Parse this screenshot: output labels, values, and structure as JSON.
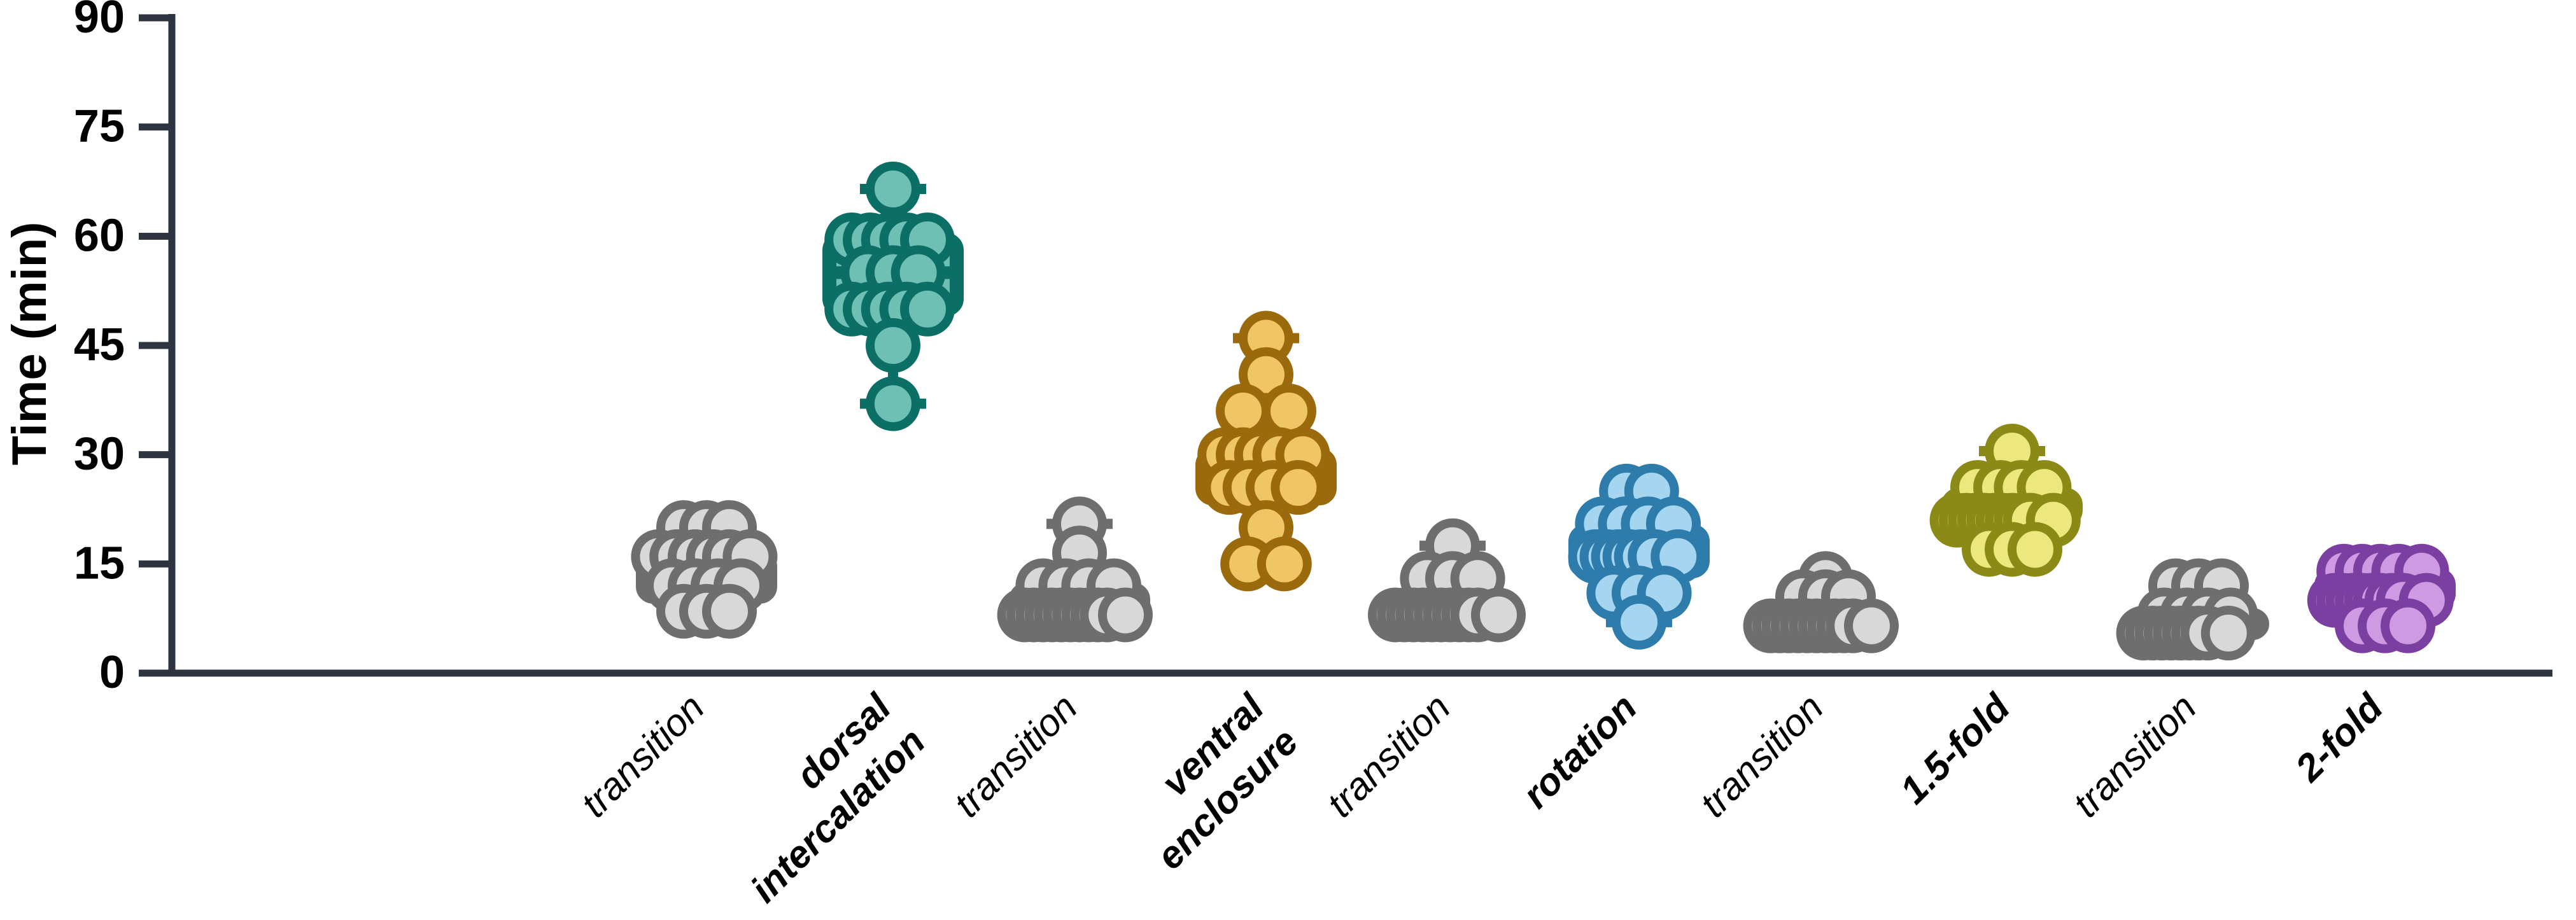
{
  "chart_data": {
    "type": "box",
    "title": "",
    "xlabel": "",
    "ylabel": "Time (min)",
    "ylim": [
      0,
      90
    ],
    "yticks": [
      0,
      15,
      30,
      45,
      60,
      75,
      90
    ],
    "ytick_labels": [
      "0",
      "15",
      "30",
      "45",
      "60",
      "75",
      "90"
    ],
    "grid": false,
    "legend": "none",
    "categories": [
      "transition",
      "dorsal intercalation",
      "transition",
      "ventral enclosure",
      "transition",
      "rotation",
      "transition",
      "1.5-fold",
      "transition",
      "2-fold"
    ],
    "category_styles": [
      "italic",
      "bold-italic",
      "italic",
      "bold-italic",
      "italic",
      "bold-italic",
      "italic",
      "bold-italic",
      "italic",
      "bold-italic"
    ],
    "colors": {
      "gray_fill": "#D8D8D8",
      "gray_stroke": "#6E6E6E",
      "teal_fill": "#6FC0B4",
      "teal_stroke": "#0C6F66",
      "orange_fill": "#F0C566",
      "orange_stroke": "#9A6A0C",
      "blue_fill": "#A6D6EF",
      "blue_stroke": "#2D7CAC",
      "yellow_fill": "#EDE87E",
      "yellow_stroke": "#8C8A17",
      "purple_fill": "#CE9BE2",
      "purple_stroke": "#7B3FA2",
      "axis": "#2E3440"
    },
    "series": [
      {
        "name": "transition",
        "color_key": "gray",
        "box": {
          "q1": 10.5,
          "median": 13.5,
          "q3": 16.0,
          "whisker_low": 8.5,
          "whisker_high": 20.5
        },
        "points": [
          {
            "v": 20.0,
            "o": -1
          },
          {
            "v": 20.0,
            "o": 0
          },
          {
            "v": 20.0,
            "o": 1
          },
          {
            "v": 16.0,
            "o": -2.1
          },
          {
            "v": 16.0,
            "o": -1.3
          },
          {
            "v": 16.0,
            "o": -0.5
          },
          {
            "v": 16.0,
            "o": 0.3
          },
          {
            "v": 16.0,
            "o": 1.0
          },
          {
            "v": 16.0,
            "o": 1.9
          },
          {
            "v": 12.0,
            "o": -1.5
          },
          {
            "v": 12.0,
            "o": -0.5
          },
          {
            "v": 12.0,
            "o": 0.5
          },
          {
            "v": 12.0,
            "o": 1.5
          },
          {
            "v": 8.5,
            "o": -1
          },
          {
            "v": 8.5,
            "o": 0
          },
          {
            "v": 8.5,
            "o": 1
          }
        ]
      },
      {
        "name": "dorsal intercalation",
        "color_key": "teal",
        "box": {
          "q1": 50.0,
          "median": 55.0,
          "q3": 59.5,
          "whisker_low": 37.0,
          "whisker_high": 66.5
        },
        "points": [
          {
            "v": 66.5,
            "o": 0
          },
          {
            "v": 59.5,
            "o": -1.8
          },
          {
            "v": 59.5,
            "o": -1.0
          },
          {
            "v": 59.5,
            "o": -0.2
          },
          {
            "v": 59.5,
            "o": 0.6
          },
          {
            "v": 59.5,
            "o": 1.5
          },
          {
            "v": 55.0,
            "o": -1.1
          },
          {
            "v": 55.0,
            "o": 0.0
          },
          {
            "v": 55.0,
            "o": 1.1
          },
          {
            "v": 50.0,
            "o": -1.8
          },
          {
            "v": 50.0,
            "o": -1.0
          },
          {
            "v": 50.0,
            "o": -0.2
          },
          {
            "v": 50.0,
            "o": 0.6
          },
          {
            "v": 50.0,
            "o": 1.5
          },
          {
            "v": 45.0,
            "o": 0
          },
          {
            "v": 37.0,
            "o": 0
          }
        ]
      },
      {
        "name": "transition",
        "color_key": "gray",
        "box": {
          "q1": 8.0,
          "median": 10.0,
          "q3": 11.5,
          "whisker_low": 7.0,
          "whisker_high": 20.5
        },
        "points": [
          {
            "v": 20.5,
            "o": 0
          },
          {
            "v": 16.5,
            "o": 0
          },
          {
            "v": 12.0,
            "o": -1.6
          },
          {
            "v": 12.0,
            "o": -0.6
          },
          {
            "v": 12.0,
            "o": 0.4
          },
          {
            "v": 12.0,
            "o": 1.5
          },
          {
            "v": 8.0,
            "o": -2.4
          },
          {
            "v": 8.0,
            "o": -2.0
          },
          {
            "v": 8.0,
            "o": -1.6
          },
          {
            "v": 8.0,
            "o": -1.2
          },
          {
            "v": 8.0,
            "o": -0.8
          },
          {
            "v": 8.0,
            "o": -0.4
          },
          {
            "v": 8.0,
            "o": 0.0
          },
          {
            "v": 8.0,
            "o": 0.4
          },
          {
            "v": 8.0,
            "o": 0.8
          },
          {
            "v": 8.0,
            "o": 1.2
          },
          {
            "v": 8.0,
            "o": 2.0
          }
        ]
      },
      {
        "name": "ventral enclosure",
        "color_key": "orange",
        "box": {
          "q1": 24.0,
          "median": 27.5,
          "q3": 30.0,
          "whisker_low": 14.0,
          "whisker_high": 46.0
        },
        "points": [
          {
            "v": 46.0,
            "o": 0
          },
          {
            "v": 41.0,
            "o": 0
          },
          {
            "v": 36.0,
            "o": -1.0
          },
          {
            "v": 36.0,
            "o": 1.0
          },
          {
            "v": 30.0,
            "o": -1.8
          },
          {
            "v": 30.0,
            "o": -1.0
          },
          {
            "v": 30.0,
            "o": -0.2
          },
          {
            "v": 30.0,
            "o": 0.6
          },
          {
            "v": 30.0,
            "o": 1.6
          },
          {
            "v": 25.5,
            "o": -1.6
          },
          {
            "v": 25.5,
            "o": -0.7
          },
          {
            "v": 25.5,
            "o": 0.3
          },
          {
            "v": 25.5,
            "o": 1.4
          },
          {
            "v": 20.0,
            "o": 0
          },
          {
            "v": 15.0,
            "o": -0.8
          },
          {
            "v": 15.0,
            "o": 0.8
          }
        ]
      },
      {
        "name": "transition",
        "color_key": "gray",
        "box": {
          "q1": 7.0,
          "median": 8.0,
          "q3": 9.0,
          "whisker_low": 6.5,
          "whisker_high": 17.5
        },
        "points": [
          {
            "v": 17.5,
            "o": 0
          },
          {
            "v": 13.0,
            "o": -1.1
          },
          {
            "v": 13.0,
            "o": 0.0
          },
          {
            "v": 13.0,
            "o": 1.1
          },
          {
            "v": 8.0,
            "o": -2.5
          },
          {
            "v": 8.0,
            "o": -2.1
          },
          {
            "v": 8.0,
            "o": -1.7
          },
          {
            "v": 8.0,
            "o": -1.3
          },
          {
            "v": 8.0,
            "o": -0.9
          },
          {
            "v": 8.0,
            "o": -0.5
          },
          {
            "v": 8.0,
            "o": -0.1
          },
          {
            "v": 8.0,
            "o": 0.3
          },
          {
            "v": 8.0,
            "o": 0.7
          },
          {
            "v": 8.0,
            "o": 1.1
          },
          {
            "v": 8.0,
            "o": 2.0
          }
        ]
      },
      {
        "name": "rotation",
        "color_key": "blue",
        "box": {
          "q1": 14.0,
          "median": 16.5,
          "q3": 19.5,
          "whisker_low": 7.0,
          "whisker_high": 25.0
        },
        "points": [
          {
            "v": 25.0,
            "o": -0.55
          },
          {
            "v": 25.0,
            "o": 0.55
          },
          {
            "v": 20.5,
            "o": -1.6
          },
          {
            "v": 20.5,
            "o": -0.6
          },
          {
            "v": 20.5,
            "o": 0.4
          },
          {
            "v": 20.5,
            "o": 1.5
          },
          {
            "v": 16.0,
            "o": -1.9
          },
          {
            "v": 16.0,
            "o": -1.4
          },
          {
            "v": 16.0,
            "o": -0.9
          },
          {
            "v": 16.0,
            "o": -0.4
          },
          {
            "v": 16.0,
            "o": 0.1
          },
          {
            "v": 16.0,
            "o": 0.7
          },
          {
            "v": 16.0,
            "o": 1.7
          },
          {
            "v": 11.0,
            "o": -1.1
          },
          {
            "v": 11.0,
            "o": 0.0
          },
          {
            "v": 11.0,
            "o": 1.1
          },
          {
            "v": 7.0,
            "o": 0
          }
        ]
      },
      {
        "name": "transition",
        "color_key": "gray",
        "box": {
          "q1": 6.5,
          "median": 7.5,
          "q3": 8.5,
          "whisker_low": 6.0,
          "whisker_high": 13.0
        },
        "points": [
          {
            "v": 13.0,
            "o": 0
          },
          {
            "v": 10.5,
            "o": -1.0
          },
          {
            "v": 10.5,
            "o": 0.0
          },
          {
            "v": 10.5,
            "o": 1.0
          },
          {
            "v": 6.5,
            "o": -2.4
          },
          {
            "v": 6.5,
            "o": -2.0
          },
          {
            "v": 6.5,
            "o": -1.6
          },
          {
            "v": 6.5,
            "o": -1.2
          },
          {
            "v": 6.5,
            "o": -0.8
          },
          {
            "v": 6.5,
            "o": -0.4
          },
          {
            "v": 6.5,
            "o": 0.0
          },
          {
            "v": 6.5,
            "o": 0.4
          },
          {
            "v": 6.5,
            "o": 0.8
          },
          {
            "v": 6.5,
            "o": 1.2
          },
          {
            "v": 6.5,
            "o": 2.0
          }
        ]
      },
      {
        "name": "1.5-fold",
        "color_key": "yellow",
        "box": {
          "q1": 21.0,
          "median": 22.5,
          "q3": 24.5,
          "whisker_low": 19.0,
          "whisker_high": 30.5
        },
        "points": [
          {
            "v": 30.5,
            "o": 0
          },
          {
            "v": 25.5,
            "o": -1.5
          },
          {
            "v": 25.5,
            "o": -0.5
          },
          {
            "v": 25.5,
            "o": 0.4
          },
          {
            "v": 25.5,
            "o": 1.4
          },
          {
            "v": 21.0,
            "o": -2.4
          },
          {
            "v": 21.0,
            "o": -2.0
          },
          {
            "v": 21.0,
            "o": -1.6
          },
          {
            "v": 21.0,
            "o": -1.2
          },
          {
            "v": 21.0,
            "o": -0.8
          },
          {
            "v": 21.0,
            "o": -0.4
          },
          {
            "v": 21.0,
            "o": 0.0
          },
          {
            "v": 21.0,
            "o": 0.4
          },
          {
            "v": 21.0,
            "o": 0.8
          },
          {
            "v": 21.0,
            "o": 1.8
          },
          {
            "v": 17.0,
            "o": -1.0
          },
          {
            "v": 17.0,
            "o": 0.0
          },
          {
            "v": 17.0,
            "o": 1.0
          }
        ]
      },
      {
        "name": "transition",
        "color_key": "gray",
        "box": {
          "q1": 5.5,
          "median": 6.5,
          "q3": 8.0,
          "whisker_low": 5.0,
          "whisker_high": 12.0
        },
        "points": [
          {
            "v": 12.0,
            "o": -1.0
          },
          {
            "v": 12.0,
            "o": 0.0
          },
          {
            "v": 12.0,
            "o": 1.0
          },
          {
            "v": 8.0,
            "o": -1.5
          },
          {
            "v": 8.0,
            "o": -0.5
          },
          {
            "v": 8.0,
            "o": 0.4
          },
          {
            "v": 8.0,
            "o": 1.4
          },
          {
            "v": 5.5,
            "o": -2.4
          },
          {
            "v": 5.5,
            "o": -2.0
          },
          {
            "v": 5.5,
            "o": -1.6
          },
          {
            "v": 5.5,
            "o": -1.2
          },
          {
            "v": 5.5,
            "o": -0.8
          },
          {
            "v": 5.5,
            "o": -0.4
          },
          {
            "v": 5.5,
            "o": 0.0
          },
          {
            "v": 5.5,
            "o": 0.4
          },
          {
            "v": 5.5,
            "o": 1.3
          }
        ]
      },
      {
        "name": "2-fold",
        "color_key": "purple",
        "box": {
          "q1": 9.5,
          "median": 11.0,
          "q3": 13.5,
          "whisker_low": 6.5,
          "whisker_high": 15.0
        },
        "points": [
          {
            "v": 14.0,
            "o": -1.8
          },
          {
            "v": 14.0,
            "o": -1.0
          },
          {
            "v": 14.0,
            "o": -0.2
          },
          {
            "v": 14.0,
            "o": 0.6
          },
          {
            "v": 14.0,
            "o": 1.6
          },
          {
            "v": 10.0,
            "o": -2.2
          },
          {
            "v": 10.0,
            "o": -1.8
          },
          {
            "v": 10.0,
            "o": -1.4
          },
          {
            "v": 10.0,
            "o": -1.0
          },
          {
            "v": 10.0,
            "o": -0.6
          },
          {
            "v": 10.0,
            "o": -0.2
          },
          {
            "v": 10.0,
            "o": 0.3
          },
          {
            "v": 10.0,
            "o": 0.8
          },
          {
            "v": 10.0,
            "o": 1.8
          },
          {
            "v": 6.5,
            "o": -1.0
          },
          {
            "v": 6.5,
            "o": 0.0
          },
          {
            "v": 6.5,
            "o": 1.0
          }
        ]
      }
    ]
  }
}
